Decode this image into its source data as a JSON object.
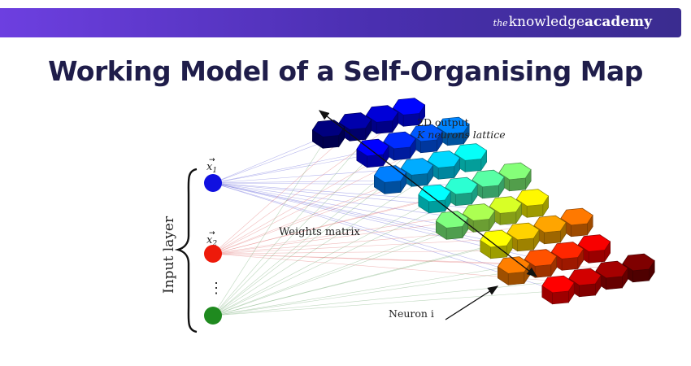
{
  "header": {
    "brand_prefix": "the",
    "brand_main": "knowledge",
    "brand_bold": "academy"
  },
  "title": "Working Model of a Self-Organising Map",
  "diagram": {
    "output_label_line1": "2D output",
    "output_label_line2": "K neurons lattice",
    "weights_label": "Weights matrix",
    "input_label": "Input layer",
    "neuron_label": "Neuron i",
    "x1_label": "x",
    "x1_sub": "1",
    "x2_label": "x",
    "x2_sub": "2",
    "ellipsis": "⋮",
    "colors": {
      "input_1": "#1010e0",
      "input_2": "#ee1a0a",
      "input_3": "#1f8a1f",
      "banner_start": "#6d3fe0",
      "banner_end": "#3a2c8f",
      "title": "#1f1d4a"
    }
  }
}
